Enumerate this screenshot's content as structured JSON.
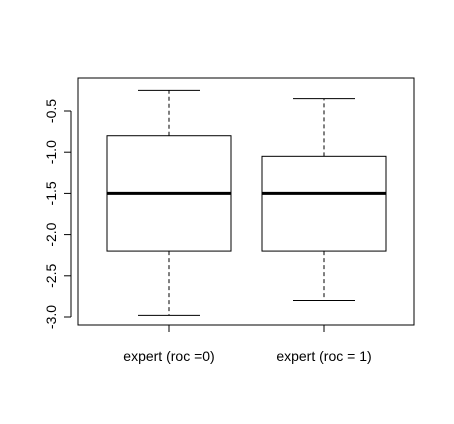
{
  "chart_data": {
    "type": "boxplot",
    "title": "",
    "xlabel": "",
    "ylabel": "",
    "ylim": [
      -3.05,
      -0.2
    ],
    "y_ticks": [
      -3.0,
      -2.5,
      -2.0,
      -1.5,
      -1.0,
      -0.5
    ],
    "y_tick_labels": [
      "-3.0",
      "-2.5",
      "-2.0",
      "-1.5",
      "-1.0",
      "-0.5"
    ],
    "categories": [
      "expert (roc =0)",
      "expert (roc = 1)"
    ],
    "boxes": [
      {
        "category": "expert (roc =0)",
        "whisker_low": -2.98,
        "q1": -2.2,
        "median": -1.5,
        "q3": -0.8,
        "whisker_high": -0.25
      },
      {
        "category": "expert (roc = 1)",
        "whisker_low": -2.8,
        "q1": -2.2,
        "median": -1.5,
        "q3": -1.05,
        "whisker_high": -0.35
      }
    ],
    "grid": false,
    "legend": "none"
  }
}
